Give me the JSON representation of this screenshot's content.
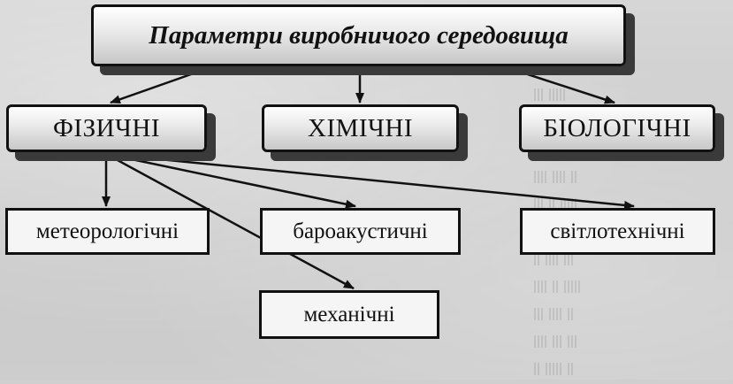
{
  "diagram": {
    "title": "Параметри виробничого середовища",
    "categories": {
      "physical": "ФІЗИЧНІ",
      "chemical": "ХІМІЧНІ",
      "biological": "БІОЛОГІЧНІ"
    },
    "physical_subtypes": {
      "meteorological": "метеорологічні",
      "baroacoustic": "бароакустичні",
      "lighting": "світлотехнічні",
      "mechanical": "механічні"
    }
  },
  "colors": {
    "background": "#cfcfcf",
    "line": "#111111",
    "box_fill": "#f2f2f2",
    "box_shadow": "#3a3a3a"
  }
}
